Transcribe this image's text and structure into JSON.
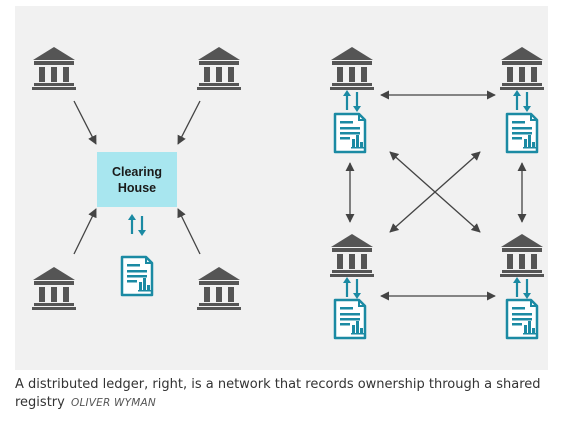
{
  "colors": {
    "panel_bg": "#f1f1f1",
    "bank_icon": "#555555",
    "ledger_icon": "#1b8aa3",
    "clearing_fill": "#a8e6ef",
    "arrow": "#444444",
    "caption_text": "#333333"
  },
  "icons": {
    "bank": "bank-building-icon",
    "ledger": "ledger-document-icon",
    "arrows": "up-down-arrows-icon"
  },
  "diagram": {
    "left": {
      "clearing_house_line1": "Clearing",
      "clearing_house_line2": "House"
    }
  },
  "caption": {
    "text": "A distributed ledger, right, is a network that records ownership through a shared registry",
    "credit": "OLIVER WYMAN"
  }
}
